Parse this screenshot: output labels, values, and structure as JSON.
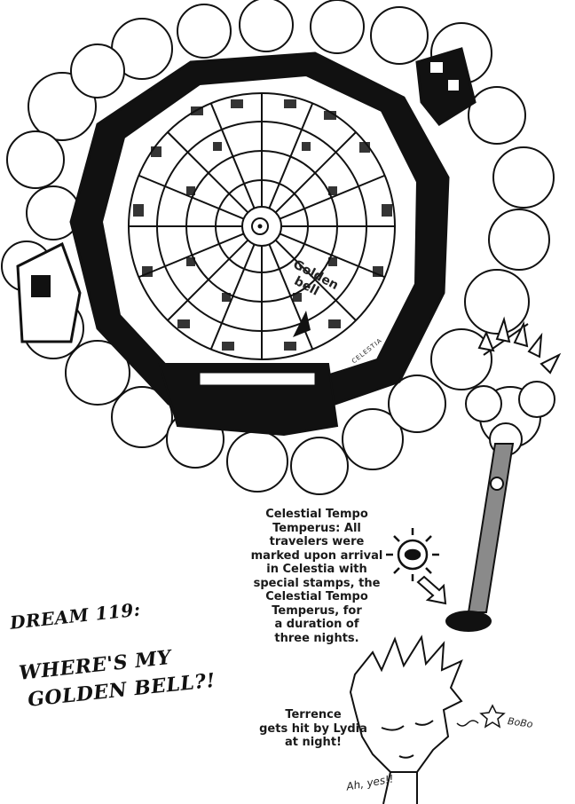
{
  "chapter": {
    "number_line": "DREAM 119:",
    "title_line_1": "WHERE'S MY",
    "title_line_2": "GOLDEN BELL?!"
  },
  "map": {
    "bell_label_line_1": "Golden",
    "bell_label_line_2": "bell",
    "city_name": "CELESTIA"
  },
  "captions": {
    "tempo_note": [
      "Celestial Tempo",
      "Temperus: All",
      "travelers were",
      "marked upon arrival",
      "in Celestia with",
      "special stamps, the",
      "Celestial Tempo",
      "Temperus, for",
      "a duration of",
      "three nights."
    ],
    "terrence_note": [
      "Terrence",
      "gets hit by Lydia",
      "at night!"
    ]
  },
  "sound_effects": {
    "bobo": "BoBo",
    "ah_yes": "Ah, yes!!"
  },
  "colors": {
    "ink": "#111111",
    "paper": "#ffffff",
    "screentone": "#8a8a8a"
  },
  "icons": [
    "cloud-icon",
    "sun-stamp-icon",
    "arrow-icon",
    "scepter-icon",
    "star-icon",
    "bell-icon"
  ]
}
